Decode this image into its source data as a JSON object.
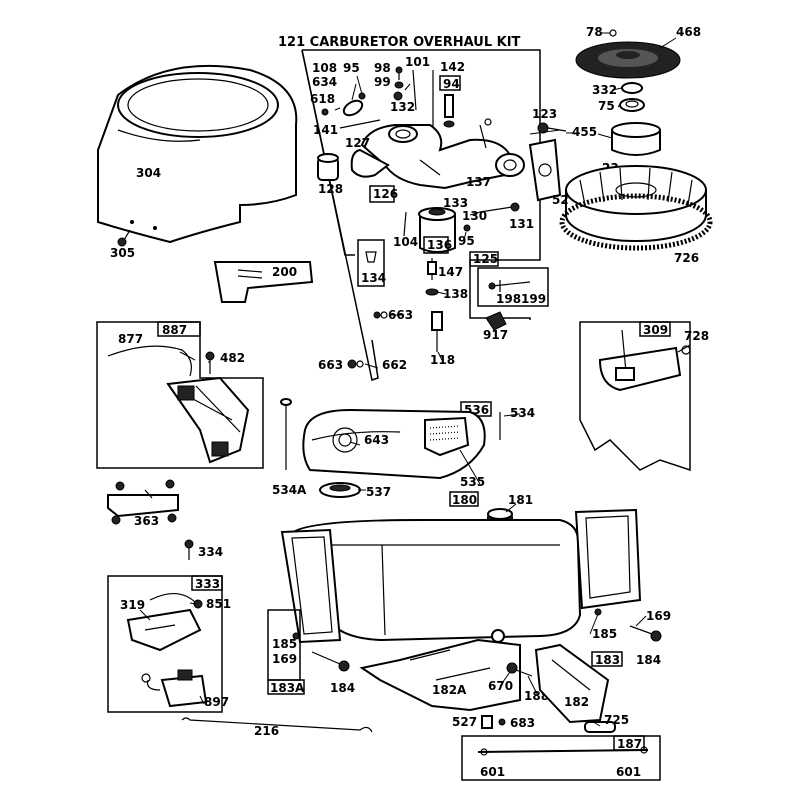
{
  "title": "121 CARBURETOR OVERHAUL KIT",
  "labels": {
    "l78": "78",
    "l468": "468",
    "l332": "332",
    "l75": "75",
    "l455": "455",
    "l123": "123",
    "l23": "23",
    "l726": "726",
    "l52": "52",
    "l304": "304",
    "l305": "305",
    "l200": "200",
    "l108": "108",
    "l634": "634",
    "l95a": "95",
    "l98": "98",
    "l99": "99",
    "l101": "101",
    "l142": "142",
    "l94": "94",
    "l618": "618",
    "l132": "132",
    "l141": "141",
    "l127": "127",
    "l128": "128",
    "l126": "126",
    "l137": "137",
    "l133": "133",
    "l130": "130",
    "l131": "131",
    "l95b": "95",
    "l104": "104",
    "l136": "136",
    "l134": "134",
    "l147": "147",
    "l138": "138",
    "l125": "125",
    "l198": "198",
    "l199": "199",
    "l917": "917",
    "l663a": "663",
    "l663b": "663",
    "l662": "662",
    "l118": "118",
    "l887": "887",
    "l877": "877",
    "l482": "482",
    "l309": "309",
    "l728": "728",
    "l536": "536",
    "l534": "534",
    "l643": "643",
    "l534a": "534A",
    "l537": "537",
    "l535": "535",
    "l363": "363",
    "l180": "180",
    "l181": "181",
    "l334": "334",
    "l333": "333",
    "l319": "319",
    "l851": "851",
    "l897": "897",
    "l185a": "185",
    "l169a": "169",
    "l183a": "183A",
    "l184a": "184",
    "l182a": "182A",
    "l670": "670",
    "l188": "188",
    "l182": "182",
    "l185b": "185",
    "l169b": "169",
    "l183": "183",
    "l184b": "184",
    "l216": "216",
    "l527": "527",
    "l683": "683",
    "l725": "725",
    "l187": "187",
    "l601a": "601",
    "l601b": "601"
  }
}
